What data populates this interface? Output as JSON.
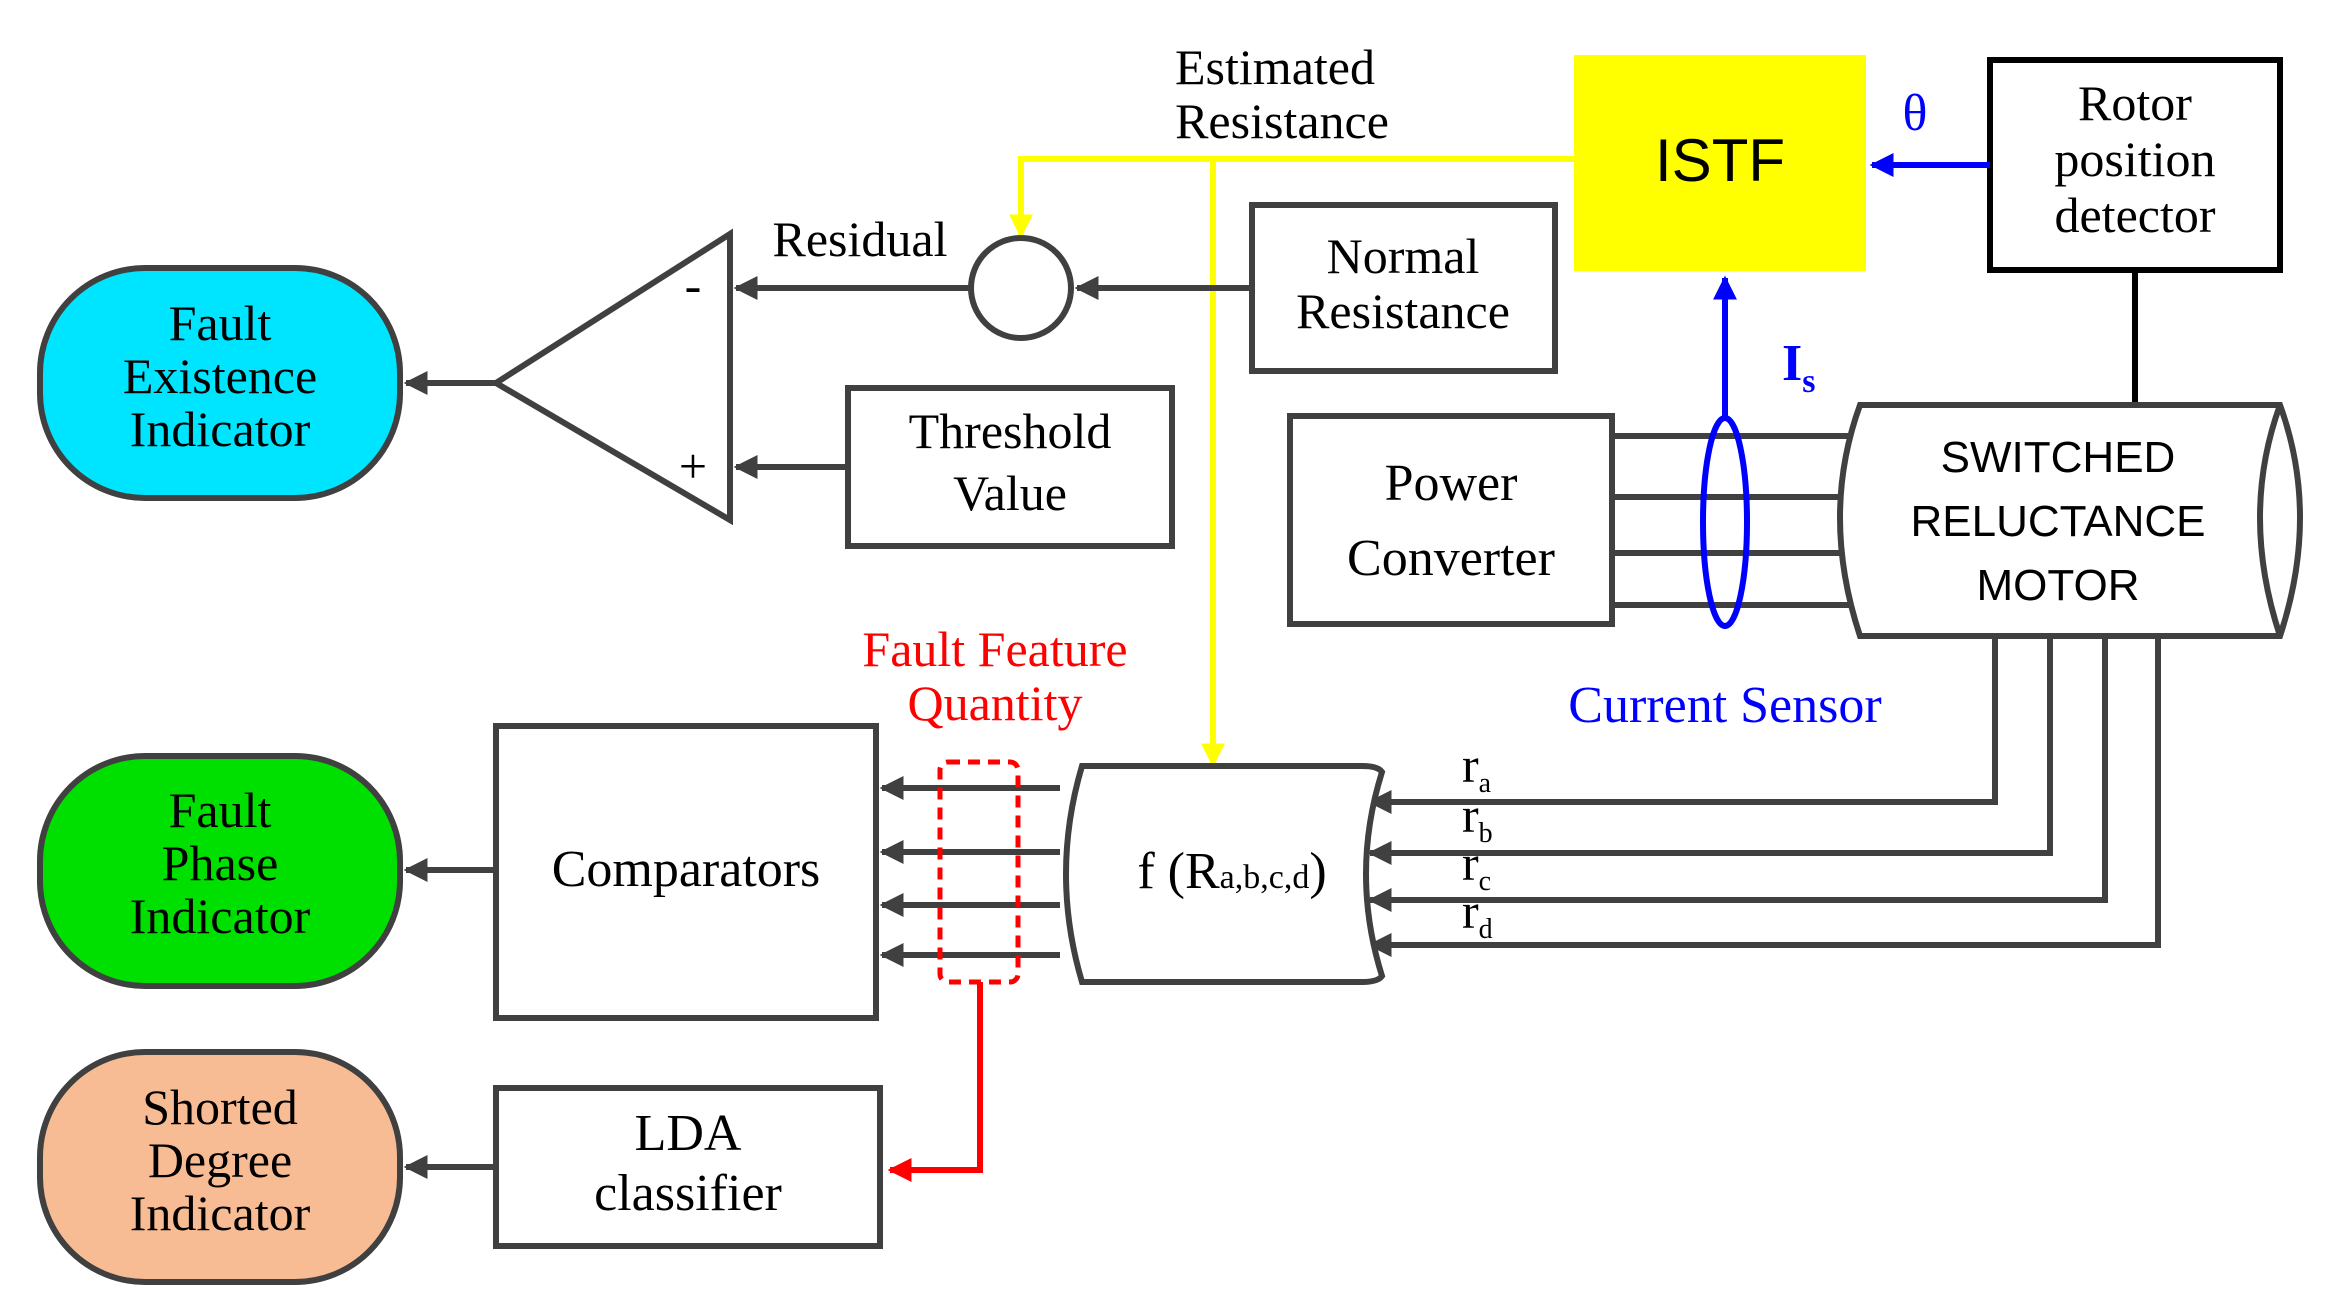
{
  "colors": {
    "fault_existence": "#00E5FF",
    "fault_phase": "#00E000",
    "shorted_degree": "#F8BC94",
    "istf": "#FFFF00",
    "yellow_line": "#FFFF00",
    "blue_line": "#0000FF",
    "red_line": "#FF0000",
    "arrow_gray": "#404040"
  },
  "indicators": {
    "fault_existence": [
      "Fault",
      "Existence",
      "Indicator"
    ],
    "fault_phase": [
      "Fault",
      "Phase",
      "Indicator"
    ],
    "shorted_degree": [
      "Shorted",
      "Degree",
      "Indicator"
    ]
  },
  "comparator": {
    "minus": "-",
    "plus": "+",
    "residual": "Residual"
  },
  "threshold": [
    "Threshold",
    "Value"
  ],
  "normal_resistance": [
    "Normal",
    "Resistance"
  ],
  "estimated_resistance": [
    "Estimated",
    "Resistance"
  ],
  "istf": "ISTF",
  "theta": "θ",
  "rotor": [
    "Rotor",
    "position",
    "detector"
  ],
  "current": {
    "symbol": "I",
    "subscript": "s",
    "sensor": "Current Sensor"
  },
  "power_converter": [
    "Power",
    "Converter"
  ],
  "motor": [
    "SWITCHED",
    "RELUCTANCE",
    "MOTOR"
  ],
  "fault_feature": [
    "Fault Feature",
    "Quantity"
  ],
  "comparators": "Comparators",
  "function": {
    "prefix": "f (R",
    "subscript": "a,b,c,d",
    "suffix": ")"
  },
  "residual_inputs": [
    {
      "symbol": "r",
      "sub": "a"
    },
    {
      "symbol": "r",
      "sub": "b"
    },
    {
      "symbol": "r",
      "sub": "c"
    },
    {
      "symbol": "r",
      "sub": "d"
    }
  ],
  "lda": [
    "LDA",
    "classifier"
  ]
}
